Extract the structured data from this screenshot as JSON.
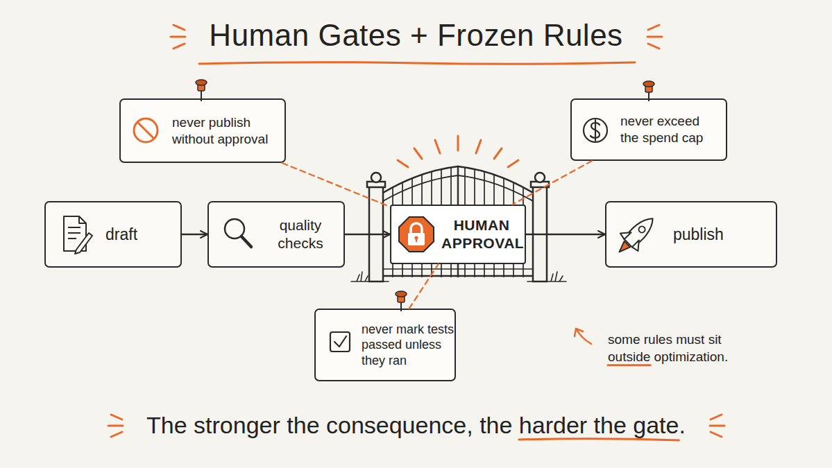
{
  "diagram": {
    "title": "Human Gates + Frozen Rules",
    "caption": "The stronger the consequence, the harder the gate.",
    "nodes": [
      {
        "text": [
          "never publish without approval"
        ]
      },
      {
        "text": [
          "never exceed the spend cap"
        ]
      },
      {
        "text": [
          "draft"
        ]
      },
      {
        "text": [
          "quality checks"
        ]
      },
      {
        "text": [
          "HUMAN APPROVAL"
        ]
      },
      {
        "text": [
          "publish"
        ]
      },
      {
        "text": [
          "never mark tests passed unless they ran"
        ]
      }
    ],
    "edges": [
      {
        "from": 2,
        "to": 3,
        "arrow": "to"
      },
      {
        "from": 3,
        "to": 4,
        "arrow": "to"
      },
      {
        "from": 4,
        "to": 5,
        "arrow": "to"
      },
      {
        "from": 0,
        "to": 4,
        "arrow": "none"
      },
      {
        "from": 1,
        "to": 4,
        "arrow": "none"
      },
      {
        "from": 6,
        "to": 4,
        "arrow": "none"
      }
    ],
    "labels": [
      "some rules must sit outside optimization."
    ]
  }
}
